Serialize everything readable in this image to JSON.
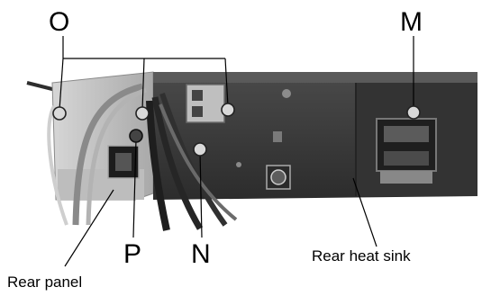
{
  "callouts": {
    "O": "O",
    "M": "M",
    "P": "P",
    "N": "N"
  },
  "captions": {
    "rear_panel": "Rear panel",
    "rear_heat_sink": "Rear heat sink"
  },
  "colors": {
    "photo_background": "#ffffff",
    "chassis_dark": "#3a3a3a",
    "chassis_mid": "#6e6e6e",
    "plate_light": "#c9c9c9",
    "marker_fill": "#d9d9d9",
    "leader_line": "#000000"
  }
}
